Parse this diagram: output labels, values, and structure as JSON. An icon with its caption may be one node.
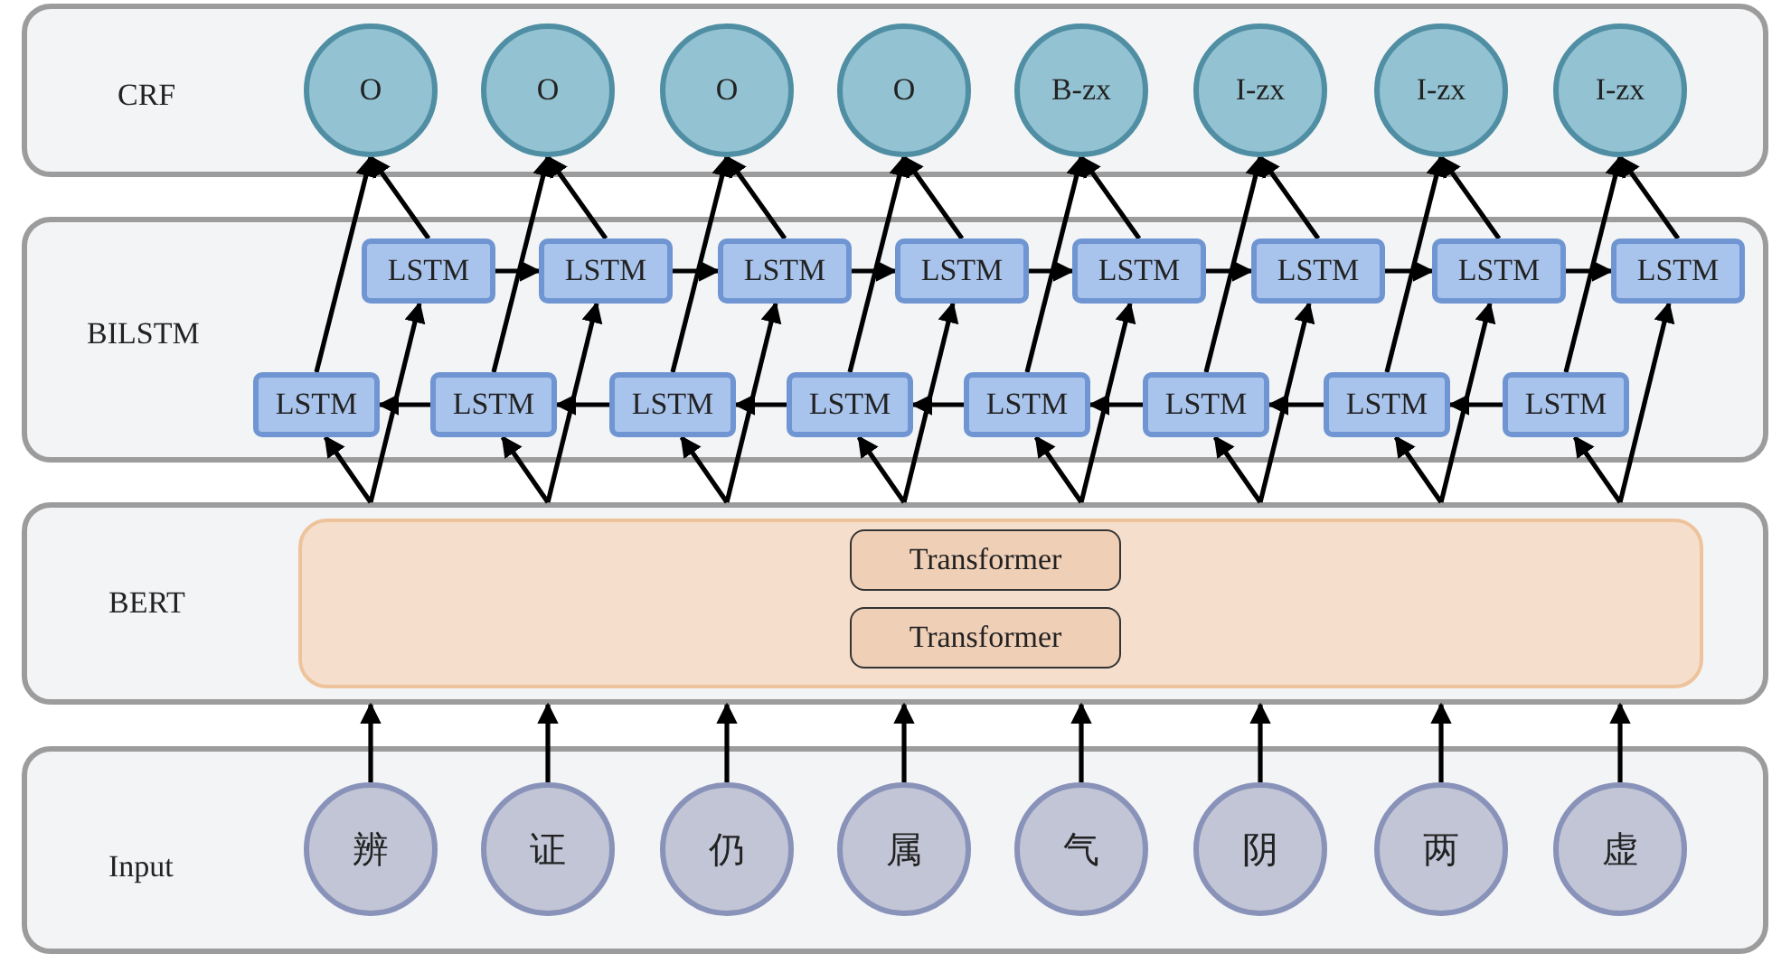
{
  "diagram": {
    "nodes": [
      {
        "text": [
          "CRF"
        ]
      },
      {
        "text": [
          "O"
        ],
        "in": 0
      },
      {
        "text": [
          "O"
        ],
        "in": 0
      },
      {
        "text": [
          "O"
        ],
        "in": 0
      },
      {
        "text": [
          "O"
        ],
        "in": 0
      },
      {
        "text": [
          "B-zx"
        ],
        "in": 0
      },
      {
        "text": [
          "I-zx"
        ],
        "in": 0
      },
      {
        "text": [
          "I-zx"
        ],
        "in": 0
      },
      {
        "text": [
          "I-zx"
        ],
        "in": 0
      },
      {
        "text": [
          "BILSTM"
        ]
      },
      {
        "text": [
          "LSTM"
        ],
        "in": 9
      },
      {
        "text": [
          "LSTM"
        ],
        "in": 9
      },
      {
        "text": [
          "LSTM"
        ],
        "in": 9
      },
      {
        "text": [
          "LSTM"
        ],
        "in": 9
      },
      {
        "text": [
          "LSTM"
        ],
        "in": 9
      },
      {
        "text": [
          "LSTM"
        ],
        "in": 9
      },
      {
        "text": [
          "LSTM"
        ],
        "in": 9
      },
      {
        "text": [
          "LSTM"
        ],
        "in": 9
      },
      {
        "text": [
          "LSTM"
        ],
        "in": 9
      },
      {
        "text": [
          "LSTM"
        ],
        "in": 9
      },
      {
        "text": [
          "LSTM"
        ],
        "in": 9
      },
      {
        "text": [
          "LSTM"
        ],
        "in": 9
      },
      {
        "text": [
          "LSTM"
        ],
        "in": 9
      },
      {
        "text": [
          "LSTM"
        ],
        "in": 9
      },
      {
        "text": [
          "LSTM"
        ],
        "in": 9
      },
      {
        "text": [
          "LSTM"
        ],
        "in": 9
      },
      {
        "text": [
          "BERT"
        ]
      },
      {
        "text": [],
        "shape": "box",
        "in": 26
      },
      {
        "text": [
          "Transformer"
        ],
        "in": 27
      },
      {
        "text": [
          "Transformer"
        ],
        "in": 27
      },
      {
        "text": [
          "Input"
        ]
      },
      {
        "text": [
          "辨"
        ],
        "in": 30
      },
      {
        "text": [
          "证"
        ],
        "in": 30
      },
      {
        "text": [
          "仍"
        ],
        "in": 30
      },
      {
        "text": [
          "属"
        ],
        "in": 30
      },
      {
        "text": [
          "气"
        ],
        "in": 30
      },
      {
        "text": [
          "阴"
        ],
        "in": 30
      },
      {
        "text": [
          "两"
        ],
        "in": 30
      },
      {
        "text": [
          "虚"
        ],
        "in": 30
      }
    ],
    "edges": [
      {
        "from": 31,
        "to": 26,
        "arrow": "to"
      },
      {
        "from": 32,
        "to": 26,
        "arrow": "to"
      },
      {
        "from": 33,
        "to": 26,
        "arrow": "to"
      },
      {
        "from": 34,
        "to": 26,
        "arrow": "to"
      },
      {
        "from": 35,
        "to": 26,
        "arrow": "to"
      },
      {
        "from": 36,
        "to": 26,
        "arrow": "to"
      },
      {
        "from": 37,
        "to": 26,
        "arrow": "to"
      },
      {
        "from": 38,
        "to": 26,
        "arrow": "to"
      },
      {
        "from": 26,
        "to": 18,
        "arrow": "to"
      },
      {
        "from": 26,
        "to": 10,
        "arrow": "to"
      },
      {
        "from": 26,
        "to": 19,
        "arrow": "to"
      },
      {
        "from": 26,
        "to": 11,
        "arrow": "to"
      },
      {
        "from": 26,
        "to": 20,
        "arrow": "to"
      },
      {
        "from": 26,
        "to": 12,
        "arrow": "to"
      },
      {
        "from": 26,
        "to": 21,
        "arrow": "to"
      },
      {
        "from": 26,
        "to": 13,
        "arrow": "to"
      },
      {
        "from": 26,
        "to": 22,
        "arrow": "to"
      },
      {
        "from": 26,
        "to": 14,
        "arrow": "to"
      },
      {
        "from": 26,
        "to": 23,
        "arrow": "to"
      },
      {
        "from": 26,
        "to": 15,
        "arrow": "to"
      },
      {
        "from": 26,
        "to": 24,
        "arrow": "to"
      },
      {
        "from": 26,
        "to": 16,
        "arrow": "to"
      },
      {
        "from": 26,
        "to": 25,
        "arrow": "to"
      },
      {
        "from": 26,
        "to": 17,
        "arrow": "to"
      },
      {
        "from": 10,
        "to": 11,
        "arrow": "to"
      },
      {
        "from": 11,
        "to": 12,
        "arrow": "to"
      },
      {
        "from": 12,
        "to": 13,
        "arrow": "to"
      },
      {
        "from": 13,
        "to": 14,
        "arrow": "to"
      },
      {
        "from": 14,
        "to": 15,
        "arrow": "to"
      },
      {
        "from": 15,
        "to": 16,
        "arrow": "to"
      },
      {
        "from": 16,
        "to": 17,
        "arrow": "to"
      },
      {
        "from": 19,
        "to": 18,
        "arrow": "to"
      },
      {
        "from": 20,
        "to": 19,
        "arrow": "to"
      },
      {
        "from": 21,
        "to": 20,
        "arrow": "to"
      },
      {
        "from": 22,
        "to": 21,
        "arrow": "to"
      },
      {
        "from": 23,
        "to": 22,
        "arrow": "to"
      },
      {
        "from": 24,
        "to": 23,
        "arrow": "to"
      },
      {
        "from": 25,
        "to": 24,
        "arrow": "to"
      },
      {
        "from": 18,
        "to": 1,
        "arrow": "to"
      },
      {
        "from": 10,
        "to": 1,
        "arrow": "to"
      },
      {
        "from": 19,
        "to": 2,
        "arrow": "to"
      },
      {
        "from": 11,
        "to": 2,
        "arrow": "to"
      },
      {
        "from": 20,
        "to": 3,
        "arrow": "to"
      },
      {
        "from": 12,
        "to": 3,
        "arrow": "to"
      },
      {
        "from": 21,
        "to": 4,
        "arrow": "to"
      },
      {
        "from": 13,
        "to": 4,
        "arrow": "to"
      },
      {
        "from": 22,
        "to": 5,
        "arrow": "to"
      },
      {
        "from": 14,
        "to": 5,
        "arrow": "to"
      },
      {
        "from": 23,
        "to": 6,
        "arrow": "to"
      },
      {
        "from": 15,
        "to": 6,
        "arrow": "to"
      },
      {
        "from": 24,
        "to": 7,
        "arrow": "to"
      },
      {
        "from": 16,
        "to": 7,
        "arrow": "to"
      },
      {
        "from": 25,
        "to": 8,
        "arrow": "to"
      },
      {
        "from": 17,
        "to": 8,
        "arrow": "to"
      }
    ]
  }
}
